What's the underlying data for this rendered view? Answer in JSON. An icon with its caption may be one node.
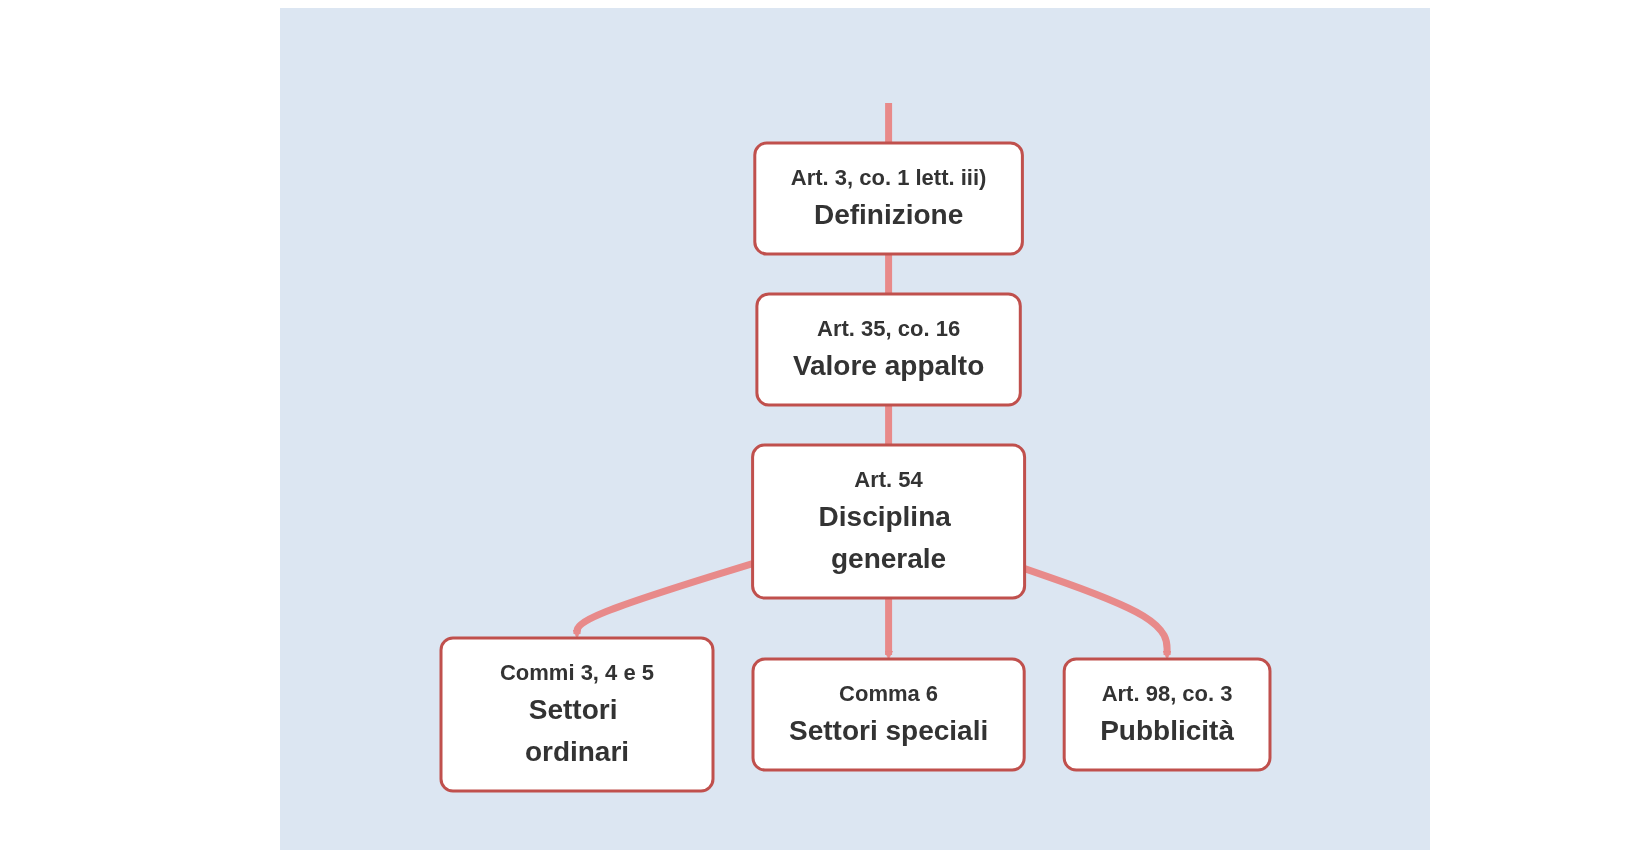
{
  "diagram": {
    "nodes": [
      {
        "text": [
          "Art. 3, co. 1 lett. iii)",
          "Definizione"
        ]
      },
      {
        "text": [
          "Art. 35, co. 16",
          "Valore appalto"
        ]
      },
      {
        "text": [
          "Art. 54",
          "Disciplina generale"
        ]
      },
      {
        "text": [
          "Commi 3, 4 e 5",
          "Settori ordinari"
        ]
      },
      {
        "text": [
          "Comma 6",
          "Settori speciali"
        ]
      },
      {
        "text": [
          "Art. 98, co. 3",
          "Pubblicità"
        ]
      }
    ],
    "edges": [
      {
        "from": null,
        "to": 0,
        "arrow": "none"
      },
      {
        "from": 0,
        "to": 1,
        "arrow": "none"
      },
      {
        "from": 1,
        "to": 2,
        "arrow": "none"
      },
      {
        "from": 2,
        "to": 3,
        "arrow": "to"
      },
      {
        "from": 2,
        "to": 4,
        "arrow": "to"
      },
      {
        "from": 2,
        "to": 5,
        "arrow": "to"
      }
    ]
  }
}
